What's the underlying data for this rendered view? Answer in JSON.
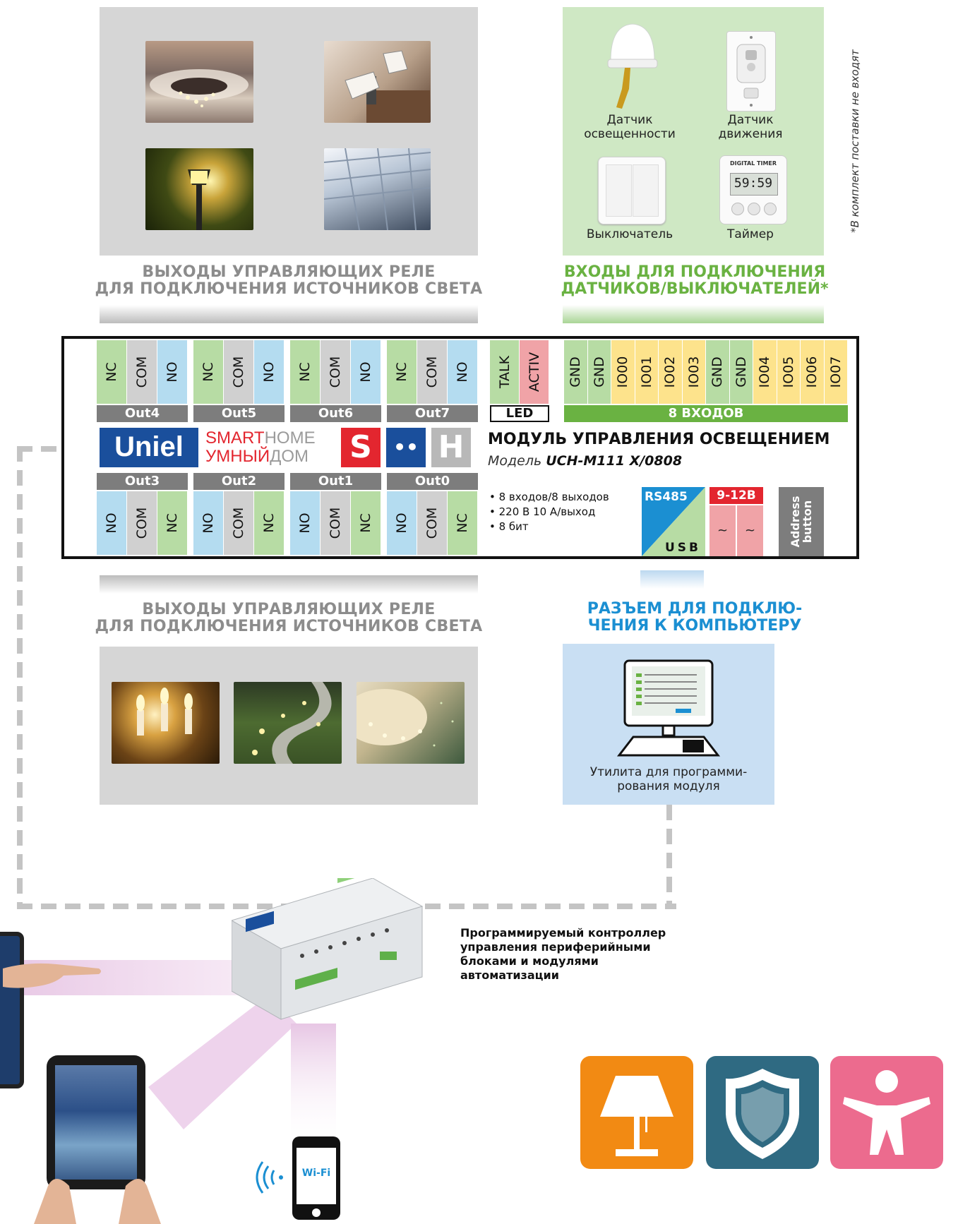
{
  "top_left": {
    "heading_line1": "ВЫХОДЫ УПРАВЛЯЮЩИХ РЕЛЕ",
    "heading_line2": "ДЛЯ ПОДКЛЮЧЕНИЯ ИСТОЧНИКОВ СВЕТА"
  },
  "top_right": {
    "sensors": [
      {
        "label_line1": "Датчик",
        "label_line2": "освещенности"
      },
      {
        "label_line1": "Датчик",
        "label_line2": "движения"
      },
      {
        "label_line1": "Выключатель",
        "label_line2": ""
      },
      {
        "label_line1": "Таймер",
        "label_line2": ""
      }
    ],
    "timer_display": "59:59",
    "timer_caption": "DIGITAL TIMER",
    "heading_line1": "ВХОДЫ ДЛЯ ПОДКЛЮЧЕНИЯ",
    "heading_line2": "ДАТЧИКОВ/ВЫКЛЮЧАТЕЛЕЙ*"
  },
  "side_note": "*В комплект поставки не входят",
  "module": {
    "top_outputs": [
      {
        "label": "Out4",
        "terms": [
          "NC",
          "COM",
          "NO"
        ]
      },
      {
        "label": "Out5",
        "terms": [
          "NC",
          "COM",
          "NO"
        ]
      },
      {
        "label": "Out6",
        "terms": [
          "NC",
          "COM",
          "NO"
        ]
      },
      {
        "label": "Out7",
        "terms": [
          "NC",
          "COM",
          "NO"
        ]
      }
    ],
    "led": {
      "label": "LED",
      "terms": [
        "TALK",
        "ACTIV"
      ]
    },
    "inputs": {
      "label": "8 ВХОДОВ",
      "terms": [
        "GND",
        "GND",
        "IO00",
        "IO01",
        "IO02",
        "IO03",
        "GND",
        "GND",
        "IO04",
        "IO05",
        "IO06",
        "IO07"
      ]
    },
    "brand": {
      "logo": "Uniel",
      "smart": "SMART",
      "home": "HOME",
      "umny": "УМНЫЙ",
      "dom": "ДОМ",
      "s_letter": "S",
      "dots": "••",
      "h_letter": "H"
    },
    "title": "МОДУЛЬ УПРАВЛЕНИЯ ОСВЕЩЕНИЕМ",
    "model_prefix": "Модель",
    "model": "UCH-M111 X/0808",
    "bottom_outputs": [
      {
        "label": "Out3",
        "terms": [
          "NO",
          "COM",
          "NC"
        ]
      },
      {
        "label": "Out2",
        "terms": [
          "NO",
          "COM",
          "NC"
        ]
      },
      {
        "label": "Out1",
        "terms": [
          "NO",
          "COM",
          "NC"
        ]
      },
      {
        "label": "Out0",
        "terms": [
          "NO",
          "COM",
          "NC"
        ]
      }
    ],
    "bullets": [
      "• 8 входов/8 выходов",
      "• 220 В 10 А/выход",
      "• 8 бит"
    ],
    "rs485": "RS485",
    "usb": "USB",
    "power": "9-12В",
    "power_terms": [
      "~",
      "~"
    ],
    "address_button_line1": "Address",
    "address_button_line2": "button"
  },
  "bottom_left": {
    "heading_line1": "ВЫХОДЫ УПРАВЛЯЮЩИХ РЕЛЕ",
    "heading_line2": "ДЛЯ ПОДКЛЮЧЕНИЯ ИСТОЧНИКОВ СВЕТА"
  },
  "bottom_right": {
    "heading_line1": "РАЗЪЕМ ДЛЯ ПОДКЛЮ-",
    "heading_line2": "ЧЕНИЯ К КОМПЬЮТЕРУ",
    "caption_line1": "Утилита для программи-",
    "caption_line2": "рования модуля"
  },
  "controller_caption": [
    "Программируемый контроллер",
    "управления периферийными",
    "блоками и модулями",
    "автоматизации"
  ],
  "wifi_label": "Wi-Fi",
  "feature_icons": [
    {
      "icon": "lamp-icon",
      "color": "#f28a13"
    },
    {
      "icon": "shield-icon",
      "color": "#2f6a82"
    },
    {
      "icon": "child-icon",
      "color": "#ec6b8e"
    }
  ]
}
